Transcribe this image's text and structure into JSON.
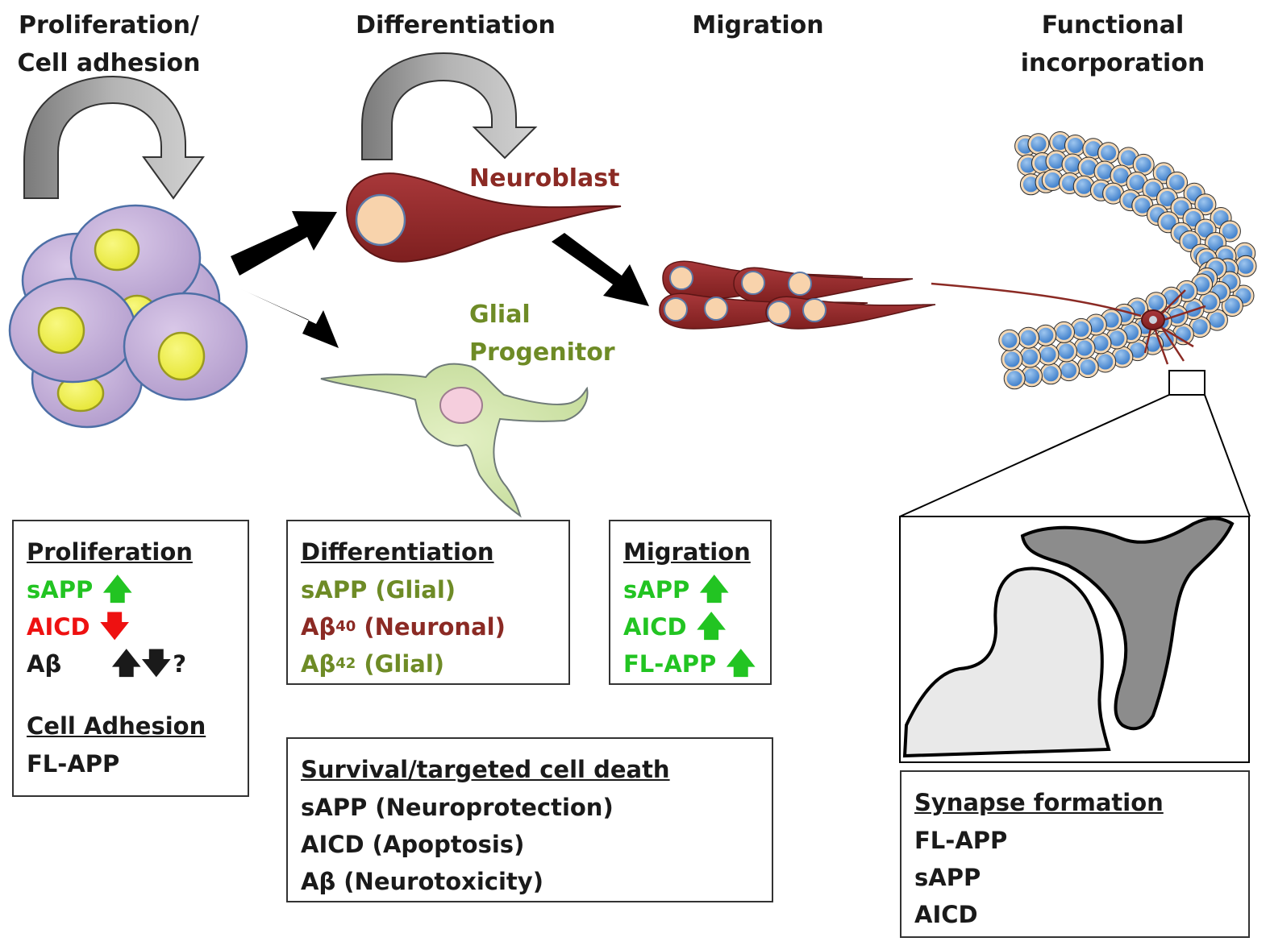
{
  "headings": {
    "proliferation": [
      "Proliferation/",
      "Cell adhesion"
    ],
    "differentiation": "Differentiation",
    "migration": "Migration",
    "functional": [
      "Functional",
      "incorporation"
    ]
  },
  "cell_labels": {
    "neuroblast": "Neuroblast",
    "glial": [
      "Glial",
      "Progenitor"
    ]
  },
  "colors": {
    "green": "#22c422",
    "red": "#ee1111",
    "olive": "#6e8b26",
    "maroon": "#8b2a24",
    "black": "#1a1a1a"
  },
  "boxes": {
    "proliferation": {
      "title": "Proliferation",
      "rows": [
        {
          "text": "sAPP",
          "arrow": "up"
        },
        {
          "text": "AICD",
          "arrow": "down"
        },
        {
          "text": "Aβ",
          "arrow": "up-down",
          "suffix": "?"
        }
      ],
      "title2": "Cell Adhesion",
      "rows2": [
        "FL-APP"
      ]
    },
    "differentiation": {
      "title": "Differentiation",
      "rows": [
        {
          "prefix": "sAPP",
          "sub": "",
          "rest": " (Glial)"
        },
        {
          "prefix": "Aβ",
          "sub": "40",
          "rest": " (Neuronal)"
        },
        {
          "prefix": "Aβ",
          "sub": "42",
          "rest": " (Glial)"
        }
      ]
    },
    "migration": {
      "title": "Migration",
      "rows": [
        {
          "text": "sAPP",
          "arrow": "up"
        },
        {
          "text": "AICD",
          "arrow": "up"
        },
        {
          "text": "FL-APP",
          "arrow": "up"
        }
      ]
    },
    "survival": {
      "title": "Survival/targeted cell death",
      "rows": [
        "sAPP (Neuroprotection)",
        "AICD (Apoptosis)",
        "Aβ (Neurotoxicity)"
      ]
    },
    "synapse": {
      "title": "Synapse formation",
      "rows": [
        "FL-APP",
        "sAPP",
        "AICD"
      ]
    }
  }
}
